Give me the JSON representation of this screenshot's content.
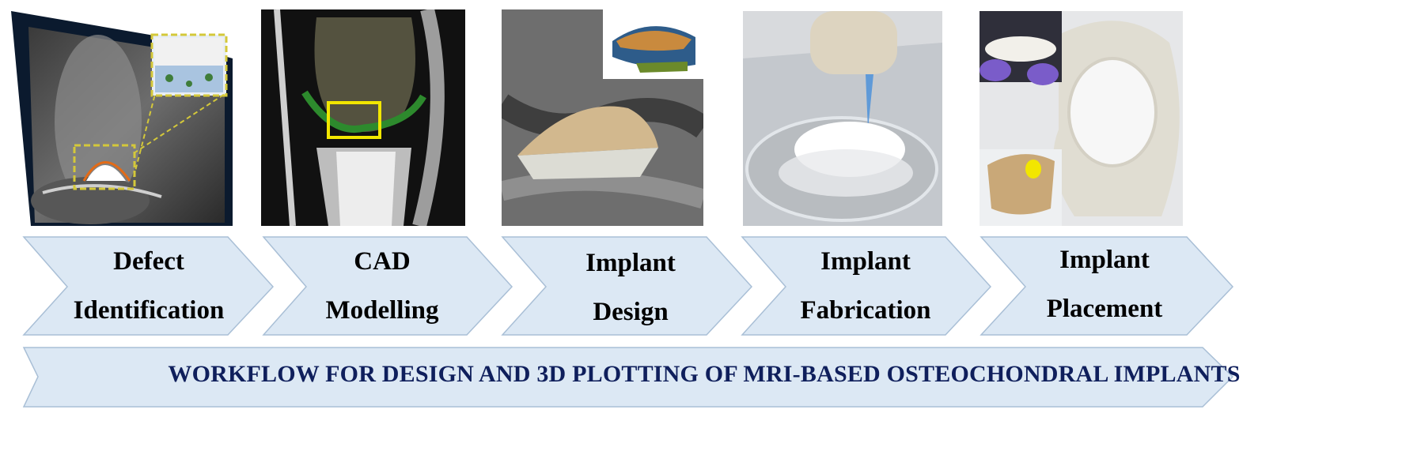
{
  "steps": [
    {
      "line1": "Defect",
      "line2": "Identification"
    },
    {
      "line1": "CAD",
      "line2": "Modelling"
    },
    {
      "line1": "Implant",
      "line2": "Design"
    },
    {
      "line1": "Implant",
      "line2": "Fabrication"
    },
    {
      "line1": "Implant",
      "line2": "Placement"
    }
  ],
  "banner": {
    "text": "WORKFLOW FOR DESIGN AND 3D PLOTTING OF MRI-BASED OSTEOCHONDRAL IMPLANTS"
  },
  "colors": {
    "chevron_fill": "#dce8f4",
    "chevron_stroke": "#a9bfd6",
    "banner_text": "#0f1f5c",
    "highlight_yellow": "#f2e600",
    "cartilage_green": "#2c7a2c",
    "implant_tan": "#c9a878"
  },
  "icons": [
    "mri-knee-defect-image",
    "mri-cad-model-image",
    "implant-design-render-image",
    "3d-printing-photo-image",
    "implant-placement-photo-image"
  ]
}
